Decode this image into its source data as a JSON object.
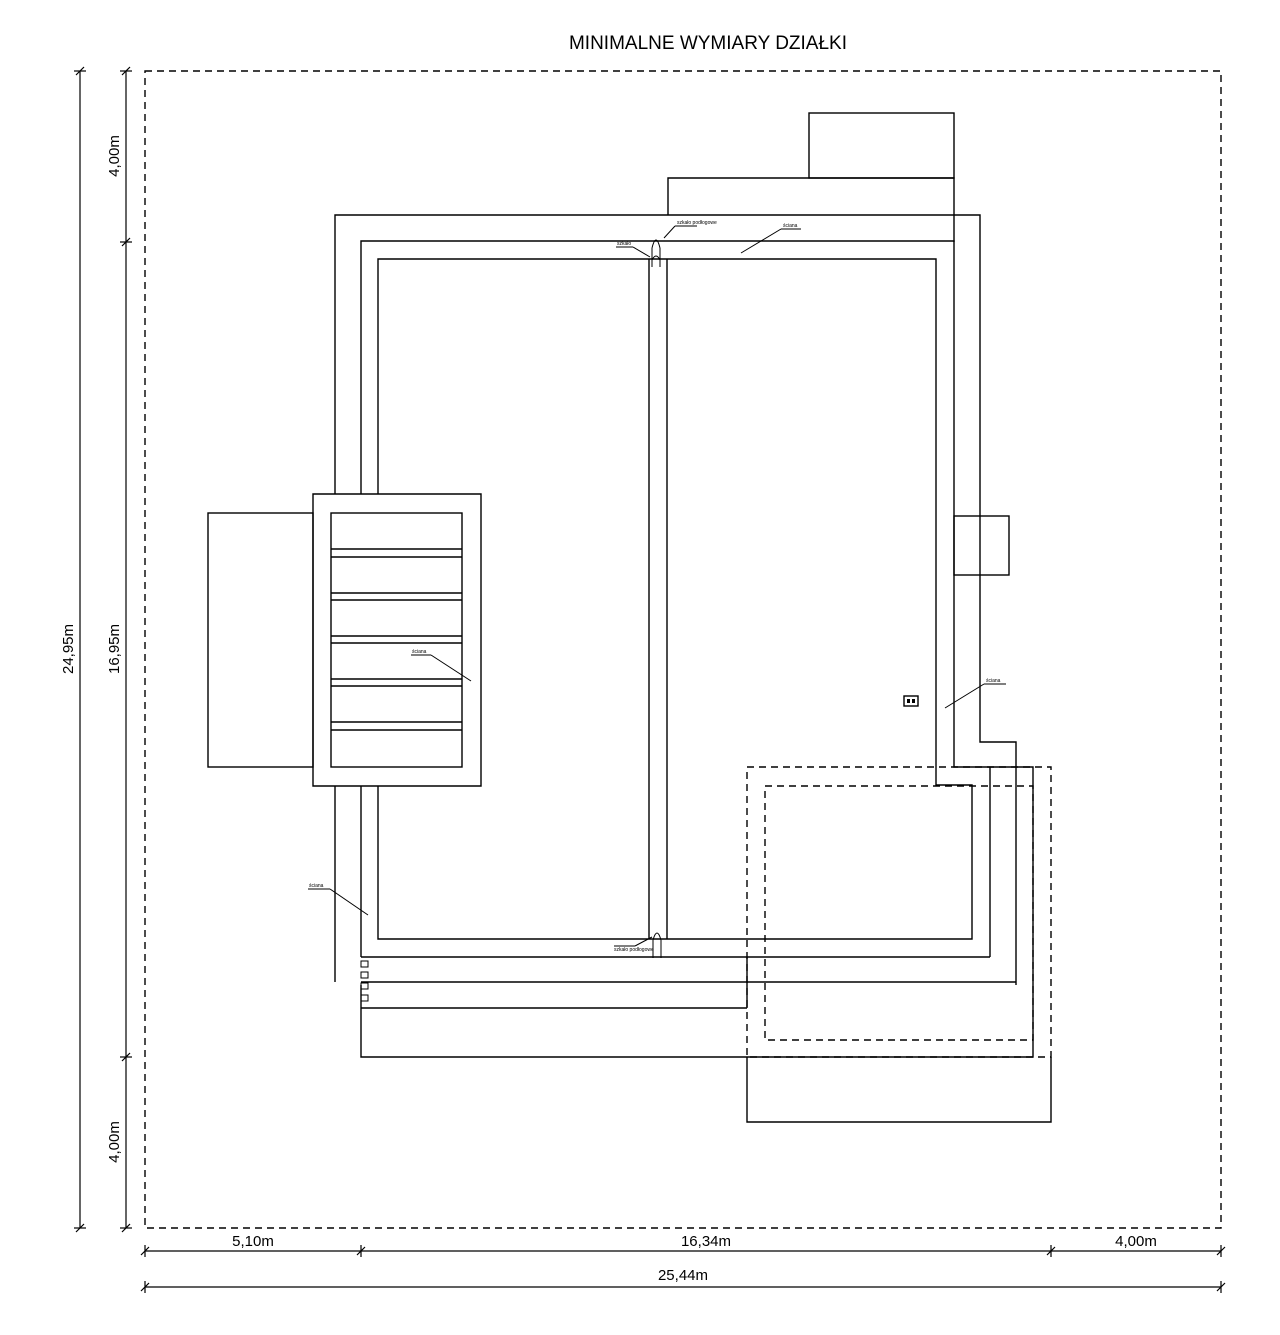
{
  "title": "MINIMALNE WYMIARY DZIAŁKI",
  "dimensions": {
    "vertical_total": "24,95m",
    "vertical_top": "4,00m",
    "vertical_middle": "16,95m",
    "vertical_bottom": "4,00m",
    "horizontal_left": "5,10m",
    "horizontal_middle": "16,34m",
    "horizontal_right": "4,00m",
    "horizontal_total": "25,44m"
  },
  "labels": {
    "wall_top_right": "ściana",
    "pipe_top_left": "szkało",
    "pipe_top_right": "szkało podłogowe",
    "wall_left_side": "ściana",
    "wall_right_side": "ściana",
    "wall_bottom_left": "ściana",
    "pipe_bottom": "szkało podłogowe"
  },
  "icons": {
    "socket": "electrical-socket-icon"
  }
}
